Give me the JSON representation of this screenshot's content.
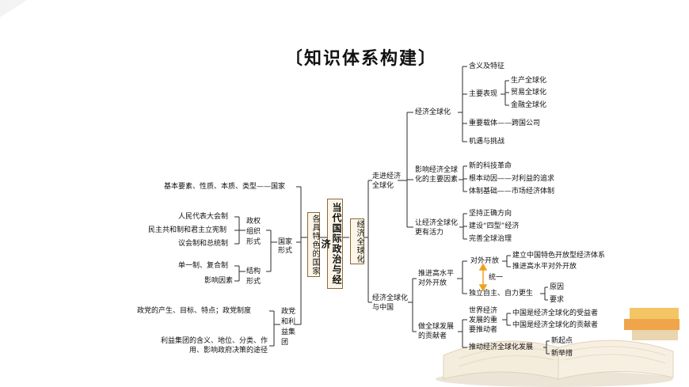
{
  "title": "〔知识体系构建〕",
  "center": {
    "root": "当代国际政治与经济",
    "left": "各具特色的国家",
    "right": "经济全球化"
  },
  "left_branch": {
    "basic": "基本要素、性质、本质、类型——国家",
    "regime": {
      "label": "政权组织形式",
      "items": [
        "人民代表大会制",
        "民主共和制和君主立宪制",
        "议会制和总统制"
      ]
    },
    "state_form": "国家形式",
    "structure": {
      "label": "结构形式",
      "items": [
        "单一制、复合制",
        "影响因素"
      ]
    },
    "parties": {
      "label": "政党和利益集团",
      "items": [
        "政党的产生、目标、特点；政党制度",
        "利益集团的含义、地位、分类、作用、影响政府决策的途径"
      ]
    }
  },
  "right_branch": {
    "enter": {
      "label": "走进经济全球化",
      "globalization": {
        "label": "经济全球化",
        "meaning": "含义及特征",
        "main": "主要表现",
        "main_items": [
          "生产全球化",
          "贸易全球化",
          "金融全球化"
        ],
        "carrier": "重要载体——跨国公司",
        "challenge": "机遇与挑战"
      },
      "factors": {
        "label": "影响经济全球化的主要因素",
        "items": [
          "新的科技革命",
          "根本动因——对利益的追求",
          "体制基础——市场经济体制"
        ]
      },
      "vitality": {
        "label": "让经济全球化更有活力",
        "items": [
          "坚持正确方向",
          "建设“四型”经济",
          "完善全球治理"
        ]
      }
    },
    "china": {
      "label": "经济全球化与中国",
      "open": {
        "label": "推进高水平对外开放",
        "outward": "对外开放",
        "outward_items": [
          "建立中国特色开放型经济体系",
          "推进高水平对外开放"
        ],
        "unity": "统一",
        "independent": "独立自主、自力更生",
        "independent_items": [
          "原因",
          "要求"
        ]
      },
      "contribution": {
        "label": "做全球发展的贡献者",
        "driver": "世界经济发展的重要推动者",
        "driver_items": [
          "中国是经济全球化的受益者",
          "中国是经济全球化的贡献者"
        ],
        "promote": "推动经济全球化发展",
        "promote_items": [
          "新起点",
          "新举措"
        ]
      }
    }
  },
  "colors": {
    "line": "#2b2b2b",
    "box_border": "#8a6a3a",
    "box_fill": "#fdf6e8",
    "accent": "#f0a020"
  }
}
